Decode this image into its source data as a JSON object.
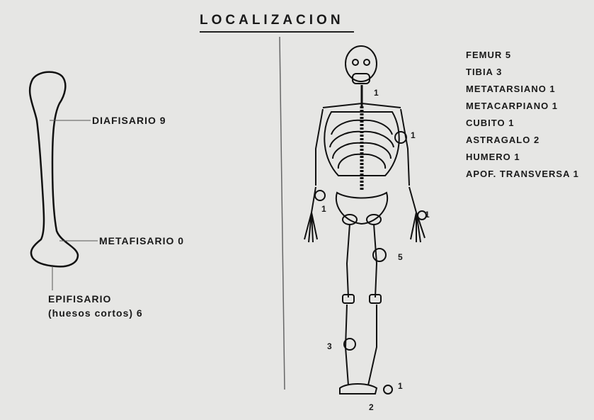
{
  "title": "LOCALIZACION",
  "bone_labels": {
    "diafisario": "DIAFISARIO 9",
    "metafisario": "METAFISARIO 0",
    "epifisario": "EPIFISARIO",
    "epifisario_sub": "(huesos cortos) 6"
  },
  "skeleton_marks": {
    "neck": "1",
    "right_arm": "1",
    "left_hand": "1",
    "right_hand": "1",
    "femur": "5",
    "tibia": "3",
    "foot": "1",
    "bottom": "2"
  },
  "legend": [
    "FEMUR   5",
    "TIBIA    3",
    "METATARSIANO 1",
    "METACARPIANO 1",
    "CUBITO 1",
    "ASTRAGALO 2",
    "HUMERO 1",
    "APOF. TRANSVERSA 1"
  ]
}
